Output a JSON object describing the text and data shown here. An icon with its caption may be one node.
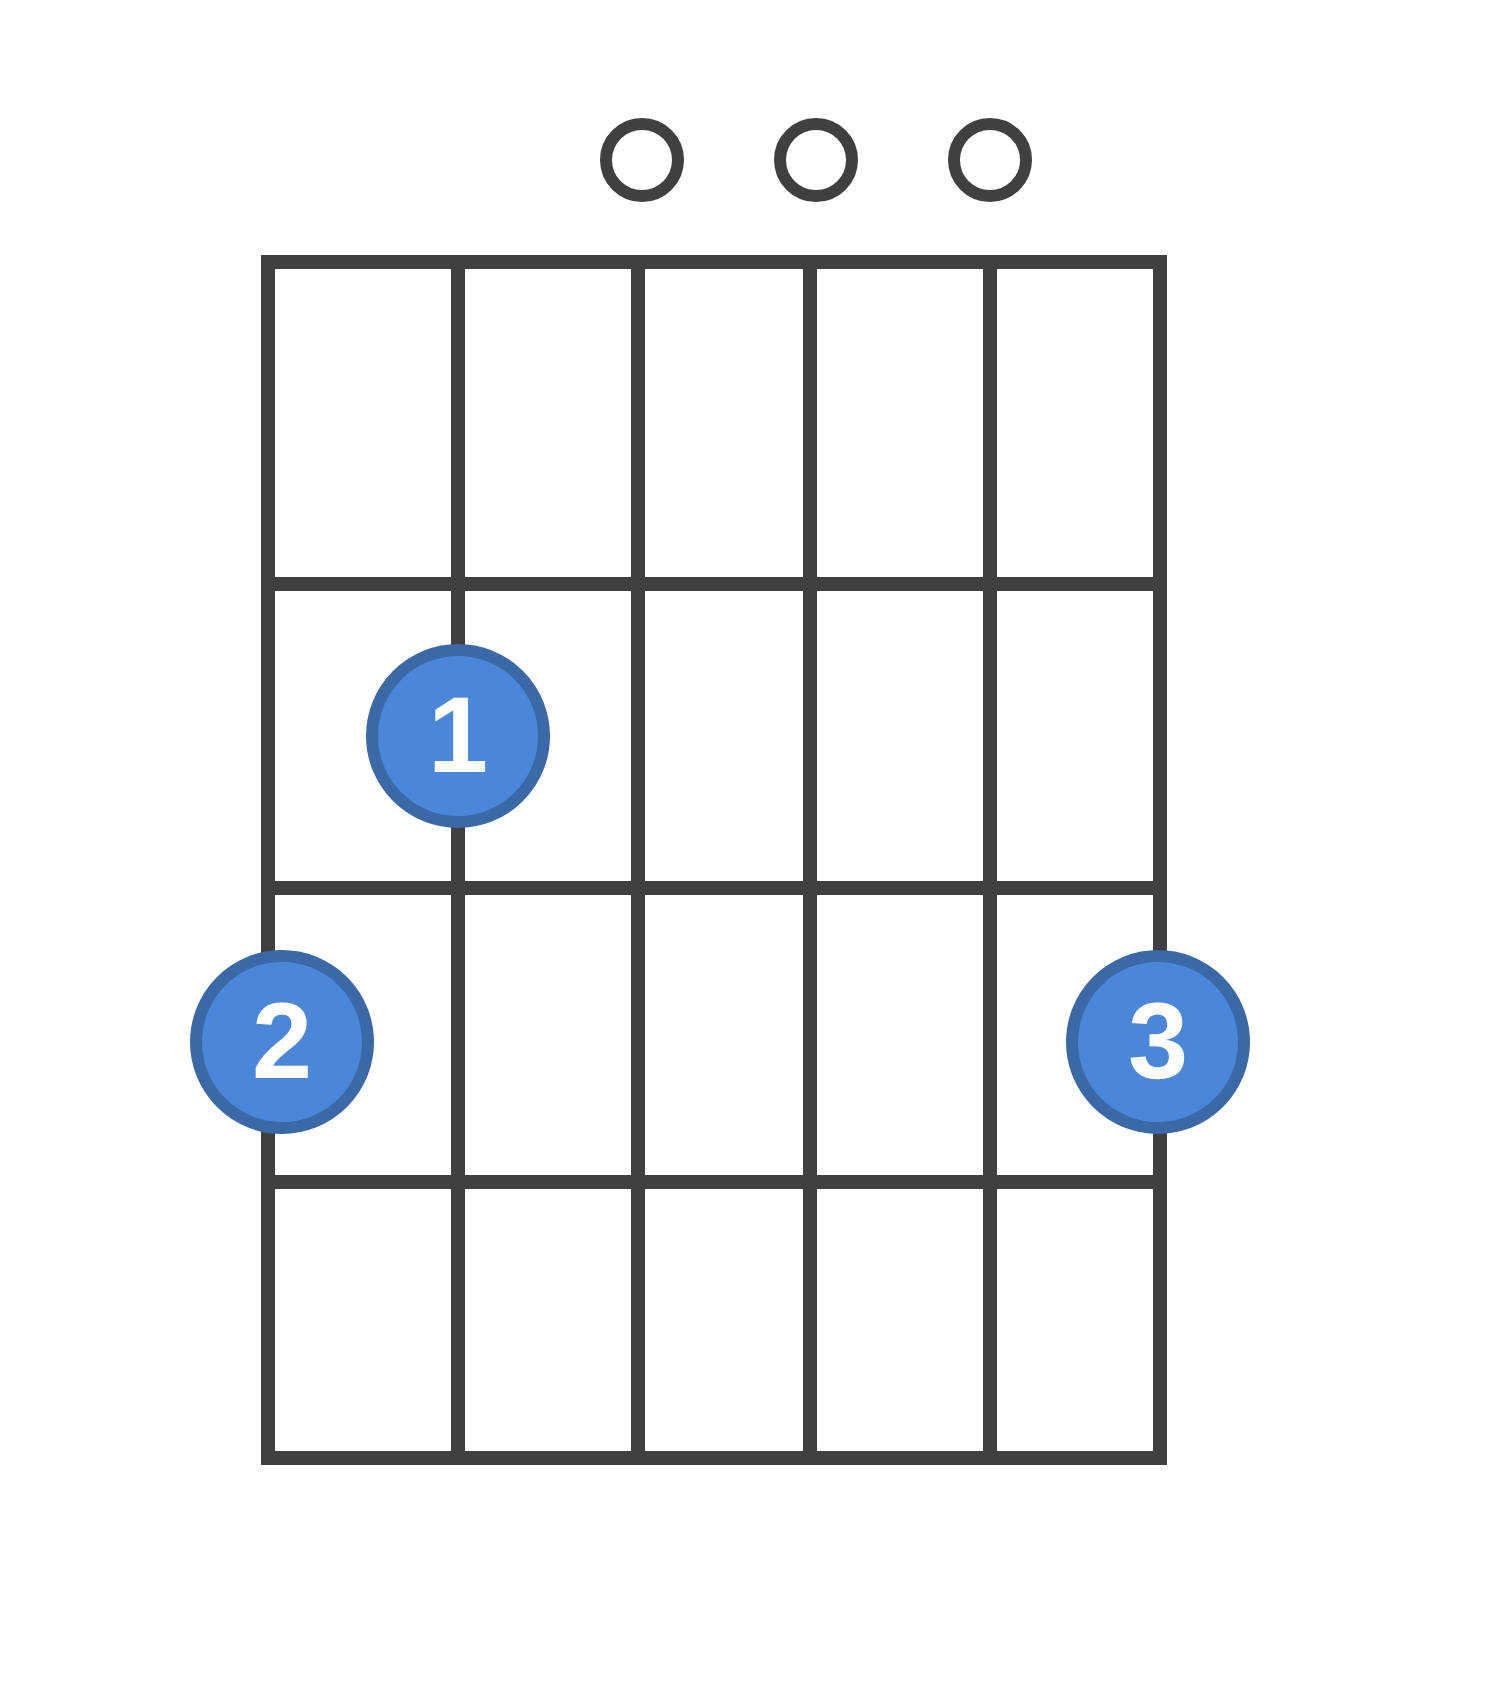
{
  "diagram": {
    "nodes": [
      {
        "text": [],
        "shape": "circle"
      },
      {
        "text": [],
        "shape": "circle"
      },
      {
        "text": [],
        "shape": "circle"
      },
      {
        "text": [
          "1"
        ]
      },
      {
        "text": [
          "2"
        ]
      },
      {
        "text": [
          "3"
        ]
      }
    ]
  }
}
